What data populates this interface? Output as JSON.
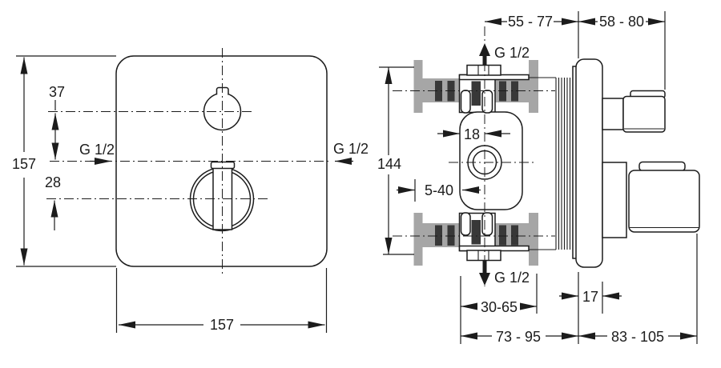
{
  "colors": {
    "line": "#1c1c1c",
    "bracket_gray": "#a6a6a6",
    "hatch_dark": "#383838",
    "background": "#ffffff"
  },
  "front": {
    "height_mm": "157",
    "width_mm": "157",
    "top_knob_offset_mm": "37",
    "bottom_knob_offset_mm": "28",
    "left_inlet": "G 1/2",
    "right_inlet": "G 1/2"
  },
  "side": {
    "rough_in_depth_range": "55 - 77",
    "trim_depth_range": "58 - 80",
    "top_outlet": "G 1/2",
    "bottom_outlet": "G 1/2",
    "bracket_height_mm": "144",
    "axis_offset_mm": "18",
    "plaster_depth_range": "5-40",
    "wall_depth_range": "30-65",
    "escutcheon_depth_mm": "17",
    "valve_depth_range": "73 - 95",
    "overall_depth_range": "83 - 105"
  }
}
